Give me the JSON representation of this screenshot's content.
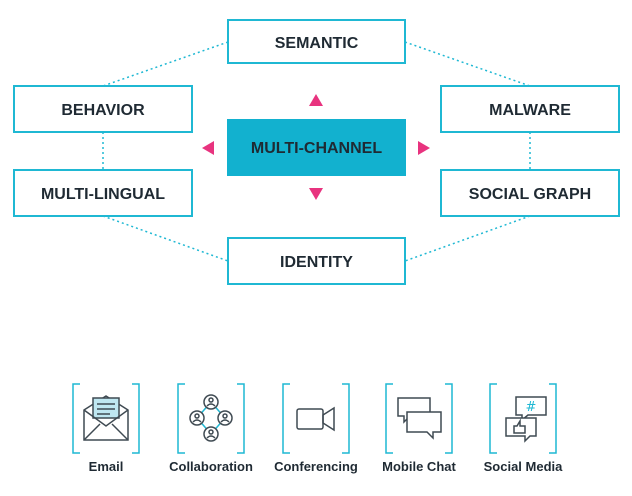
{
  "colors": {
    "border": "#1fb8d3",
    "center_fill": "#12b1cf",
    "arrow": "#e8337f",
    "text": "#1f2a33",
    "icon": "#3f4a52"
  },
  "center": {
    "label": "MULTI-CHANNEL"
  },
  "nodes": {
    "semantic": "SEMANTIC",
    "behavior": "BEHAVIOR",
    "malware": "MALWARE",
    "multilingual": "MULTI-LINGUAL",
    "social_graph": "SOCIAL GRAPH",
    "identity": "IDENTITY"
  },
  "channels": [
    {
      "label": "Email",
      "icon": "envelope-icon"
    },
    {
      "label": "Collaboration",
      "icon": "people-network-icon"
    },
    {
      "label": "Conferencing",
      "icon": "video-camera-icon"
    },
    {
      "label": "Mobile Chat",
      "icon": "chat-bubbles-icon"
    },
    {
      "label": "Social Media",
      "icon": "hashtag-thumbs-up-icon"
    }
  ]
}
